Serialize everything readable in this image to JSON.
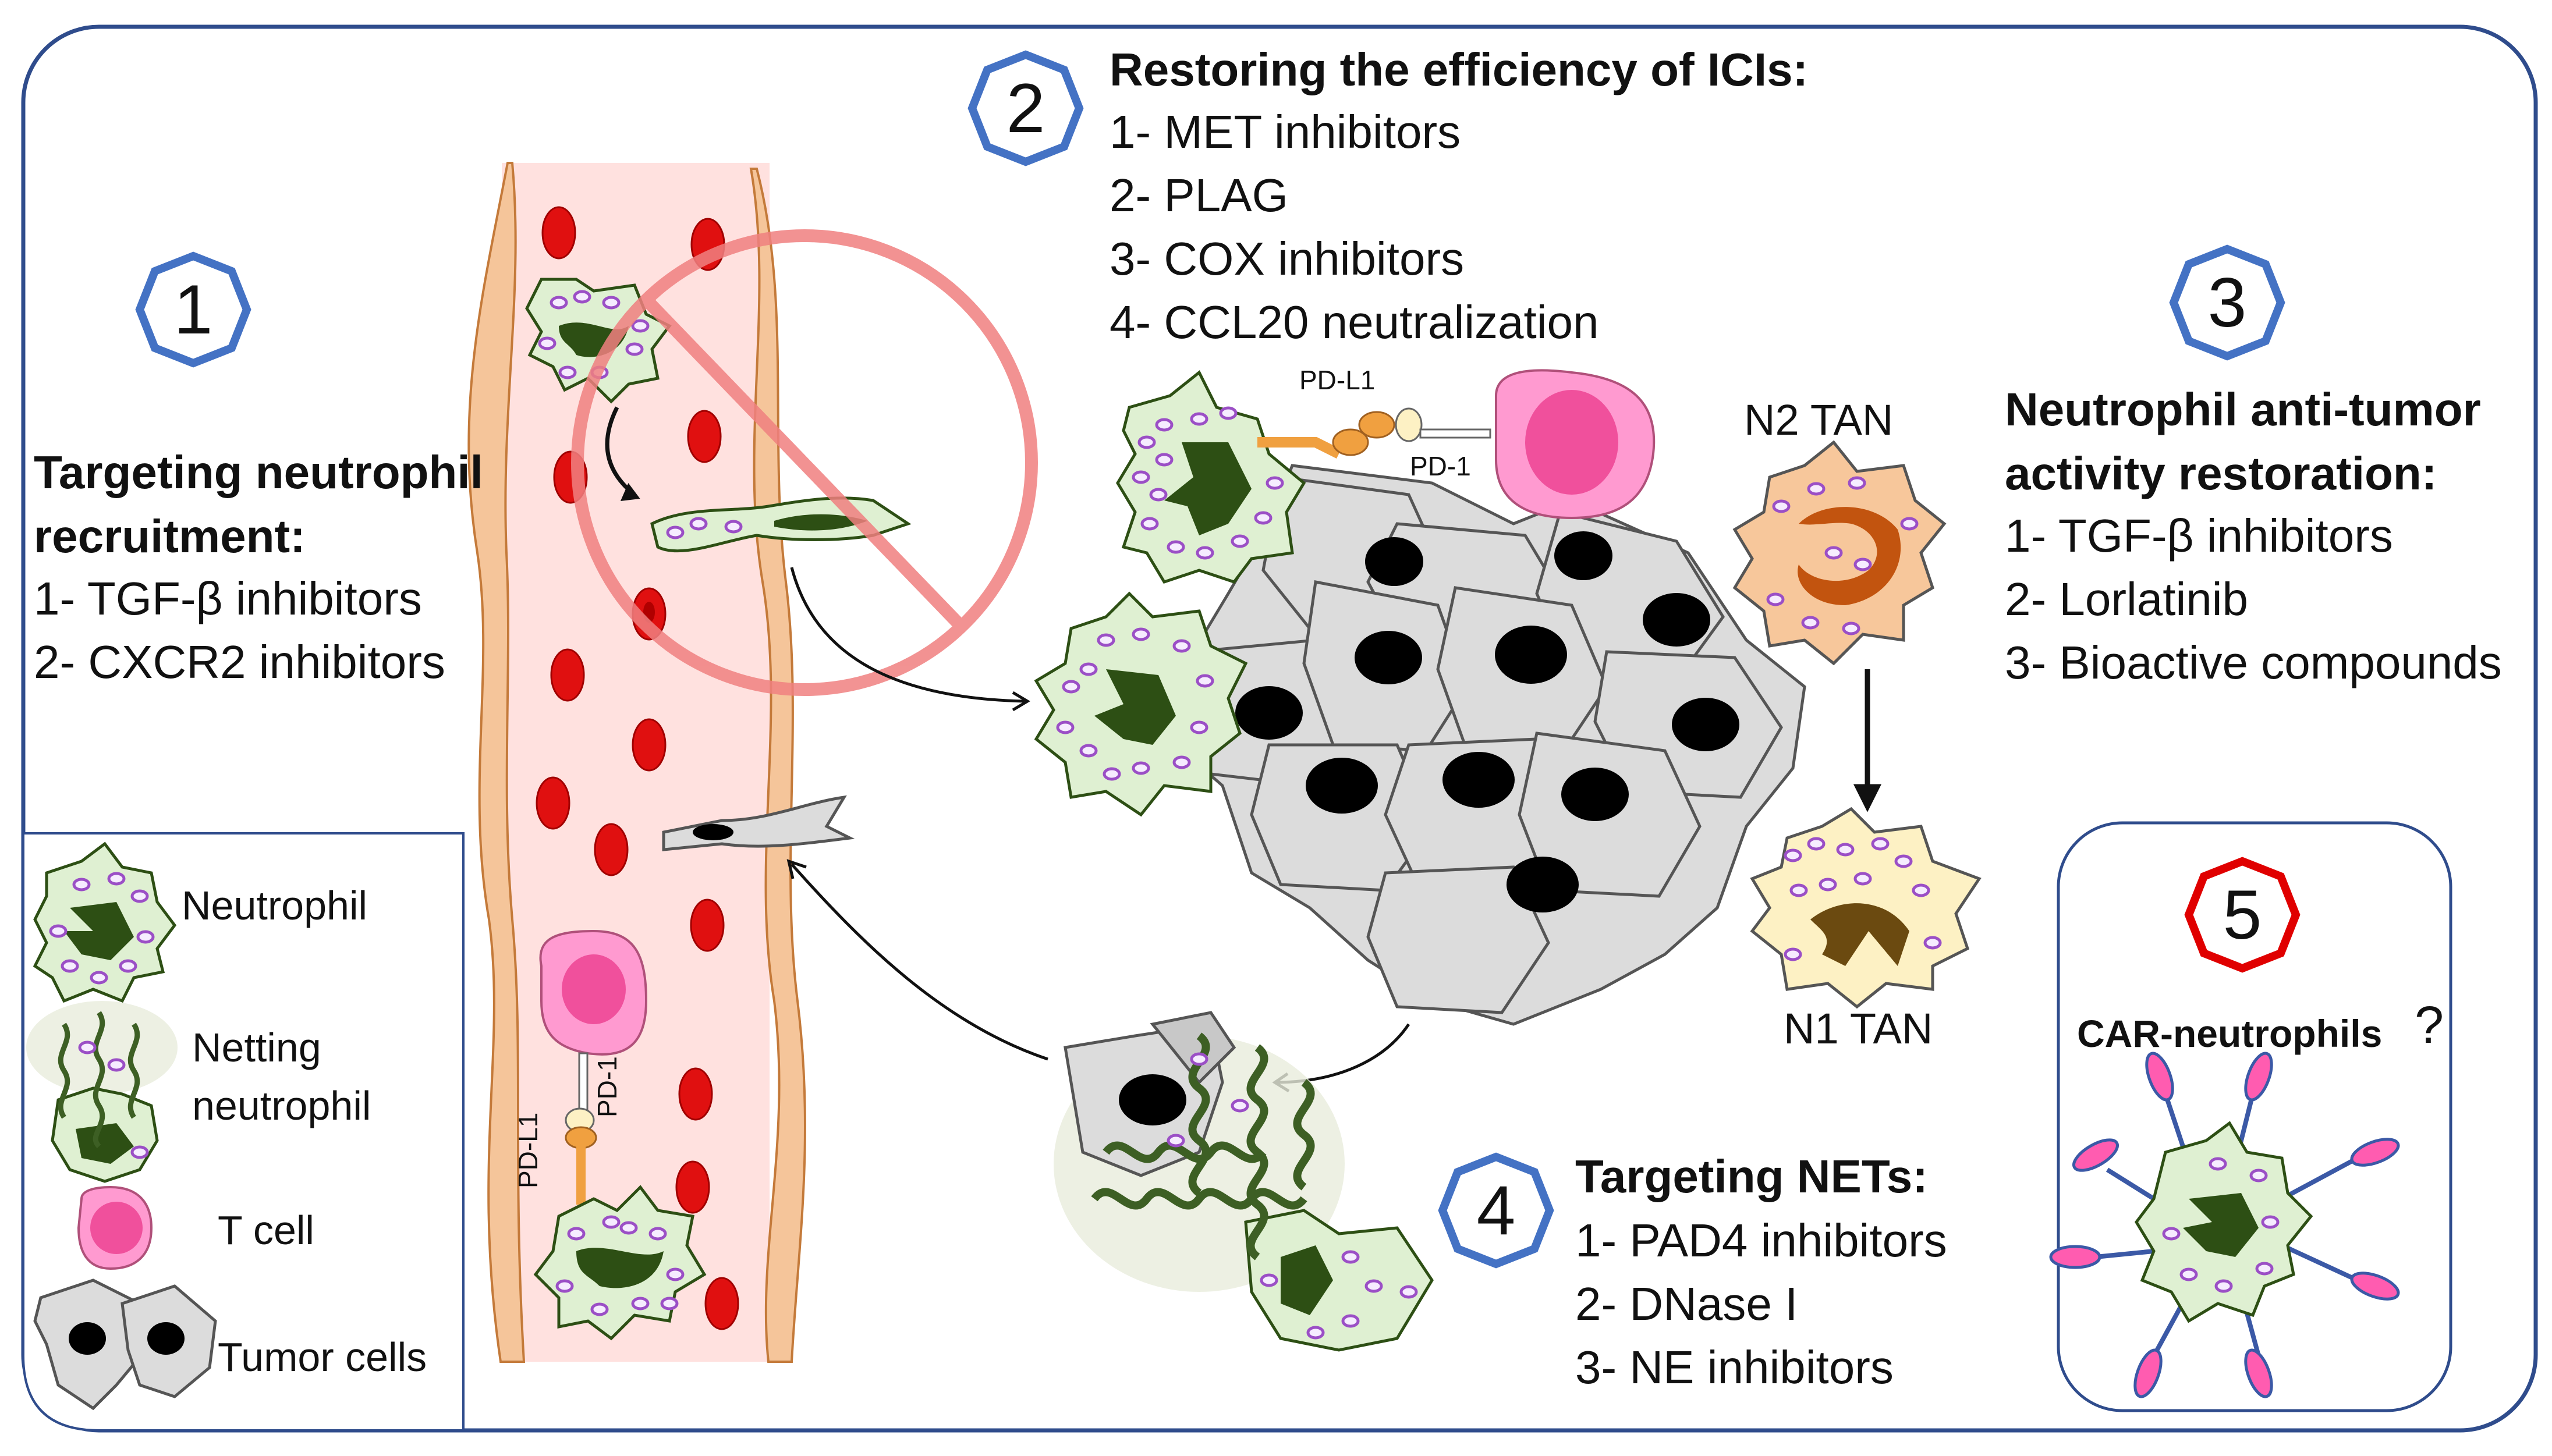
{
  "colors": {
    "frame": "#2f4c8c",
    "badge_blue": "#4472c4",
    "badge_red": "#e00000",
    "vessel": "#ffe1df",
    "endothelium": "#f5c59a",
    "rbc": "#e01010",
    "prohibit": "#f08080",
    "neutrophil_fill": "#dff0d2",
    "neutrophil_nucleus": "#2d4f14",
    "granule": "#9b4fc6",
    "tcell": "#ff9ad0",
    "tcell_nucleus": "#f0509c",
    "tumor": "#dcdcdc",
    "n2_fill": "#f7c79b",
    "n2_nucleus": "#c2540f",
    "n1_fill": "#fdf1c4",
    "n1_nucleus": "#6b4a10",
    "pdl1": "#f0a040"
  },
  "panel1": {
    "badge": "1",
    "title_line1": "Targeting neutrophil",
    "title_line2": "recruitment:",
    "items": [
      "1- TGF-β inhibitors",
      "2- CXCR2 inhibitors"
    ]
  },
  "panel2": {
    "badge": "2",
    "title": "Restoring the efficiency of ICIs:",
    "items": [
      "1- MET inhibitors",
      "2- PLAG",
      "3- COX inhibitors",
      "4- CCL20 neutralization"
    ]
  },
  "panel3": {
    "badge": "3",
    "title_line1": "Neutrophil anti-tumor",
    "title_line2": "activity restoration:",
    "items": [
      "1- TGF-β inhibitors",
      "2- Lorlatinib",
      "3- Bioactive compounds"
    ]
  },
  "panel4": {
    "badge": "4",
    "title": "Targeting NETs:",
    "items": [
      "1- PAD4 inhibitors",
      "2- DNase I",
      "3- NE inhibitors"
    ]
  },
  "panel5": {
    "badge": "5",
    "title": "CAR-neutrophils",
    "question": "?"
  },
  "labels": {
    "pd_l1_top": "PD-L1",
    "pd_1_top": "PD-1",
    "pd_l1_vessel": "PD-L1",
    "pd_1_vessel": "PD-1",
    "n2_tan": "N2 TAN",
    "n1_tan": "N1 TAN"
  },
  "legend": {
    "items": [
      "Neutrophil",
      "Netting",
      "neutrophil",
      "T cell",
      "Tumor cells"
    ]
  }
}
